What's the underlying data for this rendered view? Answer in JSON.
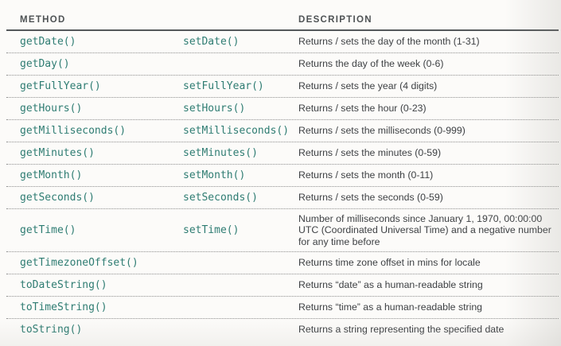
{
  "colors": {
    "method": "#2e7c72",
    "text": "#3e4144",
    "header": "#4e5254",
    "rule": "#54585a",
    "dotted": "#8f8f8f",
    "bg": "#fcfbf9"
  },
  "table": {
    "header_method": "METHOD",
    "header_description": "DESCRIPTION",
    "rows": [
      {
        "getter": "getDate()",
        "setter": "setDate()",
        "description": "Returns / sets the day of the month (1-31)"
      },
      {
        "getter": "getDay()",
        "setter": "",
        "description": "Returns the day of the week (0-6)"
      },
      {
        "getter": "getFullYear()",
        "setter": "setFullYear()",
        "description": "Returns / sets the year (4 digits)"
      },
      {
        "getter": "getHours()",
        "setter": "setHours()",
        "description": "Returns / sets the hour (0-23)"
      },
      {
        "getter": "getMilliseconds()",
        "setter": "setMilliseconds()",
        "description": "Returns / sets the milliseconds (0-999)"
      },
      {
        "getter": "getMinutes()",
        "setter": "setMinutes()",
        "description": "Returns / sets the minutes (0-59)"
      },
      {
        "getter": "getMonth()",
        "setter": "setMonth()",
        "description": "Returns / sets the month (0-11)"
      },
      {
        "getter": "getSeconds()",
        "setter": "setSeconds()",
        "description": "Returns / sets the seconds (0-59)"
      },
      {
        "getter": "getTime()",
        "setter": "setTime()",
        "description": "Number of milliseconds since January 1, 1970, 00:00:00 UTC (Coordinated Universal Time) and a negative number for any time before"
      },
      {
        "getter": "getTimezoneOffset()",
        "setter": "",
        "description": "Returns time zone offset in mins for locale"
      },
      {
        "getter": "toDateString()",
        "setter": "",
        "description": "Returns “date” as a human-readable string"
      },
      {
        "getter": "toTimeString()",
        "setter": "",
        "description": "Returns “time” as a human-readable string"
      },
      {
        "getter": "toString()",
        "setter": "",
        "description": "Returns a string representing the specified date"
      }
    ]
  }
}
